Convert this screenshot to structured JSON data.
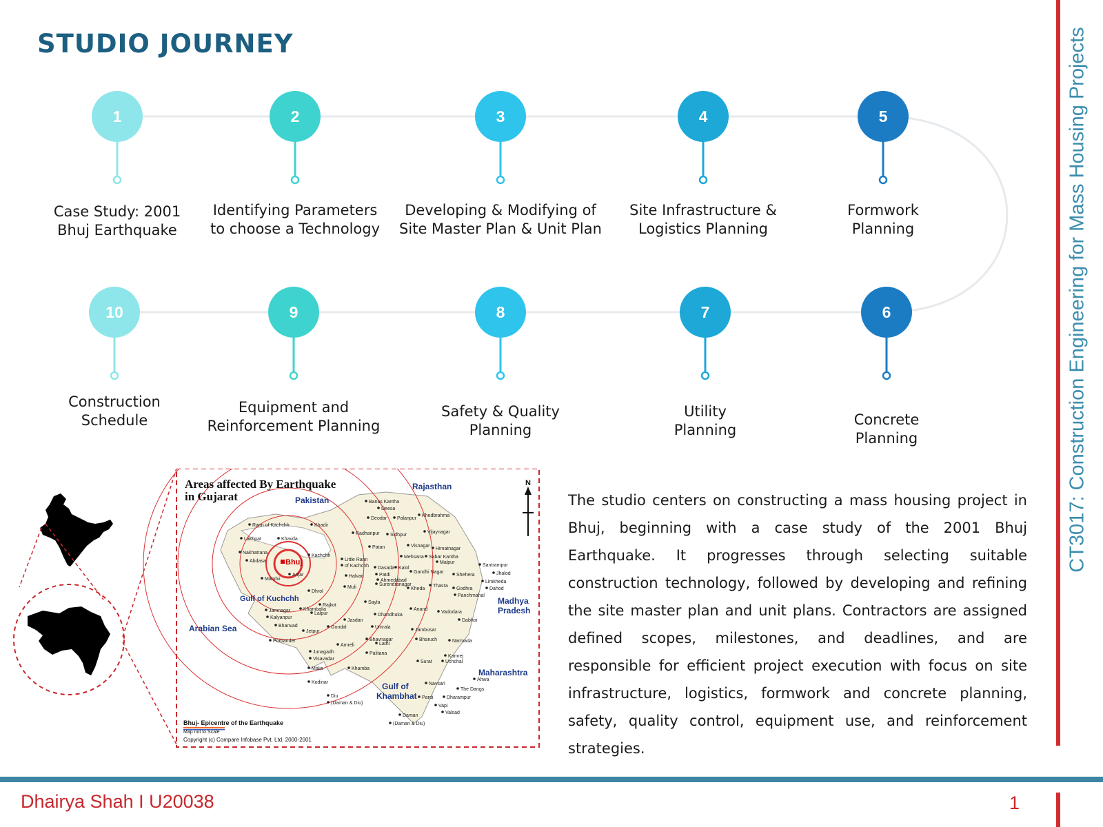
{
  "title": "STUDIO JOURNEY",
  "steps": [
    {
      "num": "1",
      "label": [
        "Case Study: 2001",
        "Bhuj Earthquake"
      ],
      "color": "#8ee6ea"
    },
    {
      "num": "2",
      "label": [
        "Identifying Parameters",
        "to choose a Technology"
      ],
      "color": "#3fd3cf"
    },
    {
      "num": "3",
      "label": [
        "Developing & Modifying of",
        "Site Master Plan & Unit Plan"
      ],
      "color": "#2fc4ec"
    },
    {
      "num": "4",
      "label": [
        "Site Infrastructure &",
        "Logistics Planning"
      ],
      "color": "#1da8d8"
    },
    {
      "num": "5",
      "label": [
        "Formwork",
        "Planning"
      ],
      "color": "#1b7cc4"
    },
    {
      "num": "6",
      "label": [
        "Concrete",
        "Planning"
      ],
      "color": "#1b7cc4"
    },
    {
      "num": "7",
      "label": [
        "Utility",
        "Planning"
      ],
      "color": "#1da8d8"
    },
    {
      "num": "8",
      "label": [
        "Safety & Quality",
        "Planning"
      ],
      "color": "#2fc4ec"
    },
    {
      "num": "9",
      "label": [
        "Equipment and",
        "Reinforcement Planning"
      ],
      "color": "#3fd3cf"
    },
    {
      "num": "10",
      "label": [
        "Construction",
        "Schedule"
      ],
      "color": "#8ee6ea"
    }
  ],
  "description": "The studio centers on constructing a mass housing project in Bhuj, beginning with a case study of the 2001 Bhuj Earthquake. It progresses through selecting suitable construction technology, followed by developing and refining the site master plan and unit plans. Contractors are assigned defined scopes, milestones, and deadlines, and are responsible for efficient project execution with focus on site infrastructure, logistics, formwork and concrete planning, safety, quality control, equipment use, and reinforcement strategies.",
  "side_title": "CT3017: Construction Engineering for Mass Housing Projects",
  "footer": {
    "name": "Dhairya Shah I U20038",
    "page": "1"
  },
  "map": {
    "title_line1": "Areas affected By Earthquake",
    "title_line2": "in Gujarat",
    "north": "N",
    "regions": {
      "pakistan": "Pakistan",
      "rajasthan": "Rajasthan",
      "arabian_sea": "Arabian Sea",
      "gulf_kuchchh": "Gulf of Kuchchh",
      "gulf_khambhat_1": "Gulf of",
      "gulf_khambhat_2": "Khambhat",
      "madhya_1": "Madhya",
      "madhya_2": "Pradesh",
      "maharashtra": "Maharashtra"
    },
    "epicentre": "Bhuj",
    "places": [
      "Banas Kantha",
      "Deesa",
      "Deodar",
      "Palanpur",
      "Khedbrahma",
      "Rann of Kachchh",
      "Khadir",
      "Radhanpur",
      "Sidhpur",
      "Vijaynagar",
      "Lakhpat",
      "Khavda",
      "Patan",
      "Visnagar",
      "Himatnagar",
      "Nakhatrana",
      "Kachchh",
      "Little Rann",
      "of Kachchh",
      "Mehsana",
      "Sabar Kantha",
      "Abdasa",
      "Malpur",
      "Santrampur",
      "Anjar",
      "Dasada",
      "Kalol",
      "Mandvi",
      "Halvad",
      "Patdi",
      "Gandhi Nagar",
      "Shehera",
      "Jhalod",
      "Surendranagar",
      "Ahmedabad",
      "Limkheda",
      "Muli",
      "Kheda",
      "Thasra",
      "Godhra",
      "Dahod",
      "Dhrol",
      "Panchmahal",
      "Rajkot",
      "Sayla",
      "Anand",
      "Khambalia",
      "Lalpur",
      "Dhandhuka",
      "Vadodara",
      "Jamnagar",
      "Jasdan",
      "Dabhoi",
      "Kalyanpur",
      "Bhanvad",
      "Gondal",
      "Umrala",
      "Jambusar",
      "Jetpur",
      "Porbander",
      "Amreli",
      "Lathi",
      "Bhavnagar",
      "Bharuch",
      "Narmada",
      "Junagadh",
      "Visavadar",
      "Palitana",
      "Kamrej",
      "Uchchal",
      "Surat",
      "Malia",
      "Khamba",
      "Kodinar",
      "Ahwa",
      "Navsari",
      "The Dangs",
      "Pardi",
      "Dharampur",
      "Vapi",
      "Valsad",
      "Diu",
      "(Daman & Diu)",
      "Daman",
      "(Daman & Diu)"
    ],
    "legend": "Bhuj- Epicentre of the Earthquake",
    "scale_note": "Map not to Scale",
    "copyright": "Copyright (c) Compare Infobase Pvt. Ltd. 2000-2001"
  }
}
